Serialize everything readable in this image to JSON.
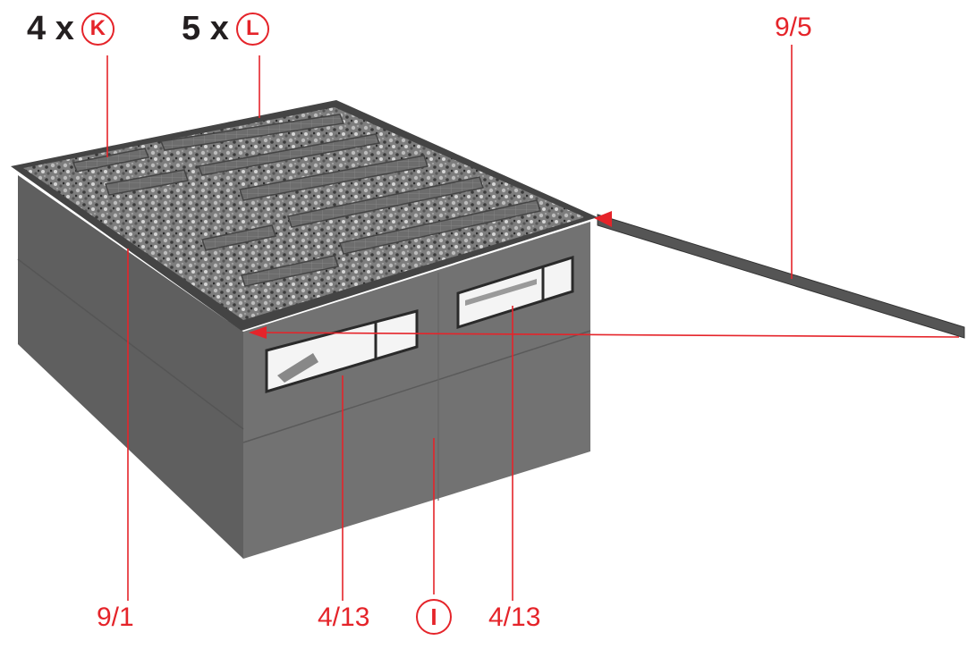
{
  "quantities": [
    {
      "count": "4 x",
      "part": "K"
    },
    {
      "count": "5 x",
      "part": "L"
    }
  ],
  "callouts": {
    "top_right": "9/5",
    "bottom_left": "9/1",
    "bottom_mid_left": "4/13",
    "bottom_center_part": "I",
    "bottom_mid_right": "4/13"
  },
  "colors": {
    "accent": "#e5242a",
    "wall": "#6f6f6f",
    "wall_side": "#5c5c5c",
    "gravel": "#8a8a8a",
    "panel": "#6a6a6a",
    "text": "#231f20"
  }
}
